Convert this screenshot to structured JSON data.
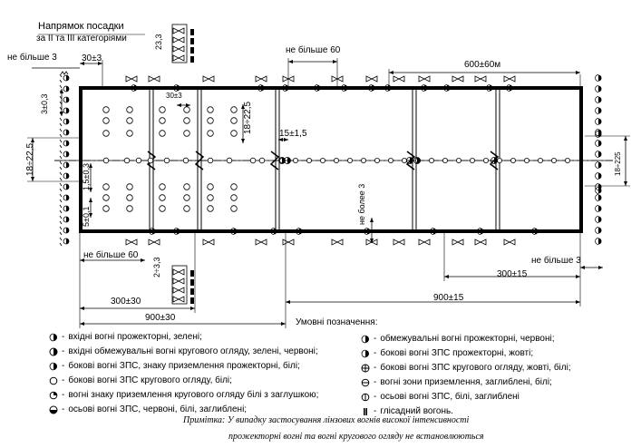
{
  "labels": {
    "landing_direction": "Напрямок посадки",
    "categories": "за II та  III категоріями",
    "max3_left": "не більше 3",
    "d30_3_top": "30±3",
    "d23_3_top": "23,3",
    "max60_top": "не більше 60",
    "d600": "600±60м",
    "d30_3_inner": "30±3",
    "d3_03": "3±0,3",
    "d18_225_left": "18÷22,5",
    "d18_225_inner": "18÷22,5",
    "d15_15": "15±1,5",
    "d15_03": "1,5±0,3",
    "d5_01": "5±0,1",
    "max3_center": "не более 3",
    "d18_225_right": "18÷225",
    "max60_bottom": "не більше 60",
    "d23_3_bottom": "2÷3,3",
    "max3_right": "не більше 3",
    "d300_15": "300±15",
    "d900_15": "900±15",
    "d300_30": "300±30",
    "d900_30": "900±30"
  },
  "legend": {
    "title": "Умовні позначення:",
    "left": [
      {
        "icon": "green-half-icon",
        "text": "вхідні вогні прожекторні, зелені;"
      },
      {
        "icon": "green-red-circle-icon",
        "text": "вхідні обмежувальні вогні кругового огляду, зелені, червоні;"
      },
      {
        "icon": "white-half-icon",
        "text": "бокові вогні ЗПС, знаку приземлення прожекторні, білі;"
      },
      {
        "icon": "white-circle-icon",
        "text": "бокові вогні ЗПС кругового огляду, білі;"
      },
      {
        "icon": "plugged-circle-icon",
        "text": "вогні знаку приземлення кругового огляду білі з заглушкою;"
      },
      {
        "icon": "red-white-circle-icon",
        "text": "осьові вогні ЗПС, червоні, білі, заглиблені;"
      }
    ],
    "right": [
      {
        "icon": "red-half-icon",
        "text": "обмежувальні вогні прожекторні, червоні;"
      },
      {
        "icon": "yellow-half-icon",
        "text": "бокові вогні ЗПС прожекторні, жовті;"
      },
      {
        "icon": "yellow-white-circle-icon",
        "text": "бокові вогні ЗПС кругового огляду, жовті, білі;"
      },
      {
        "icon": "touchdown-circle-icon",
        "text": "вогні зони приземлення, заглиблені, білі;"
      },
      {
        "icon": "axial-circle-icon",
        "text": "осьові вогні ЗПС, білі, заглиблені"
      },
      {
        "icon": "glide-light-icon",
        "text": "глісадний вогонь."
      }
    ]
  },
  "note": {
    "line1": "Примітка: У випадку застосування лінзових вогнів високої інтенсивності",
    "line2": "прожекторні вогні та вогні кругового огляду не встановлюються"
  }
}
